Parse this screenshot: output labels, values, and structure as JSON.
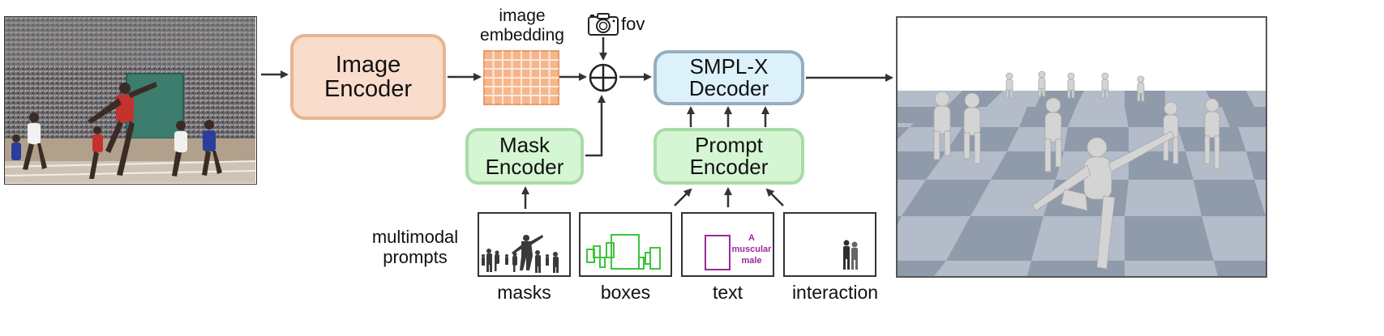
{
  "blocks": {
    "image_encoder": [
      "Image",
      "Encoder"
    ],
    "mask_encoder": [
      "Mask",
      "Encoder"
    ],
    "prompt_encoder": [
      "Prompt",
      "Encoder"
    ],
    "decoder": [
      "SMPL-X",
      "Decoder"
    ]
  },
  "embedding_label": [
    "image",
    "embedding"
  ],
  "fov_label": "fov",
  "multimodal_label": [
    "multimodal",
    "prompts"
  ],
  "prompt_panels": {
    "masks": "masks",
    "boxes": "boxes",
    "text": "text",
    "interaction": "interaction",
    "text_caption": [
      "A",
      "muscular",
      "male"
    ]
  },
  "colors": {
    "encoder_fill": "#f9dccb",
    "encoder_border": "#e9b48f",
    "green_fill": "#d5f6d3",
    "green_border": "#a9dba8",
    "decoder_fill": "#ddf1fb",
    "decoder_border": "#96aebe",
    "box_green": "#3cc43c",
    "text_purple": "#992a99"
  },
  "icons": [
    "camera-icon",
    "oplus-icon"
  ]
}
